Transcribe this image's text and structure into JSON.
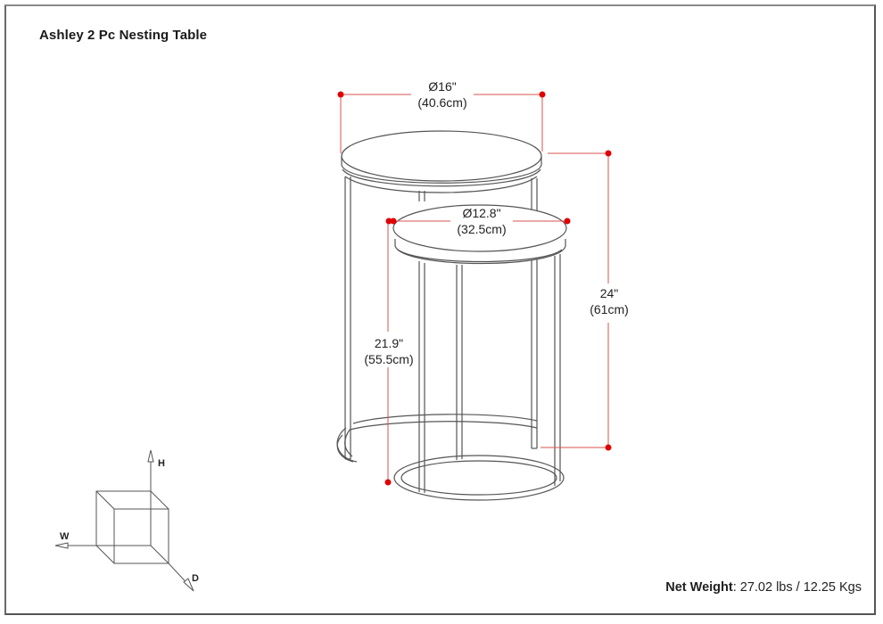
{
  "title": "Ashley 2 Pc Nesting Table",
  "colors": {
    "dimension_line": "#d9534f",
    "dimension_dot": "#e00000",
    "outline": "#555555",
    "frame": "#555555",
    "text": "#222222"
  },
  "dimensions": {
    "large_diameter": {
      "imperial": "Ø16\"",
      "metric": "(40.6cm)"
    },
    "small_diameter": {
      "imperial": "Ø12.8\"",
      "metric": "(32.5cm)"
    },
    "large_height": {
      "imperial": "24\"",
      "metric": "(61cm)"
    },
    "small_height": {
      "imperial": "21.9\"",
      "metric": "(55.5cm)"
    }
  },
  "axis_legend": {
    "height": "H",
    "width": "W",
    "depth": "D"
  },
  "net_weight": {
    "label": "Net Weight",
    "separator": ":",
    "value": " 27.02 lbs / 12.25 Kgs"
  }
}
